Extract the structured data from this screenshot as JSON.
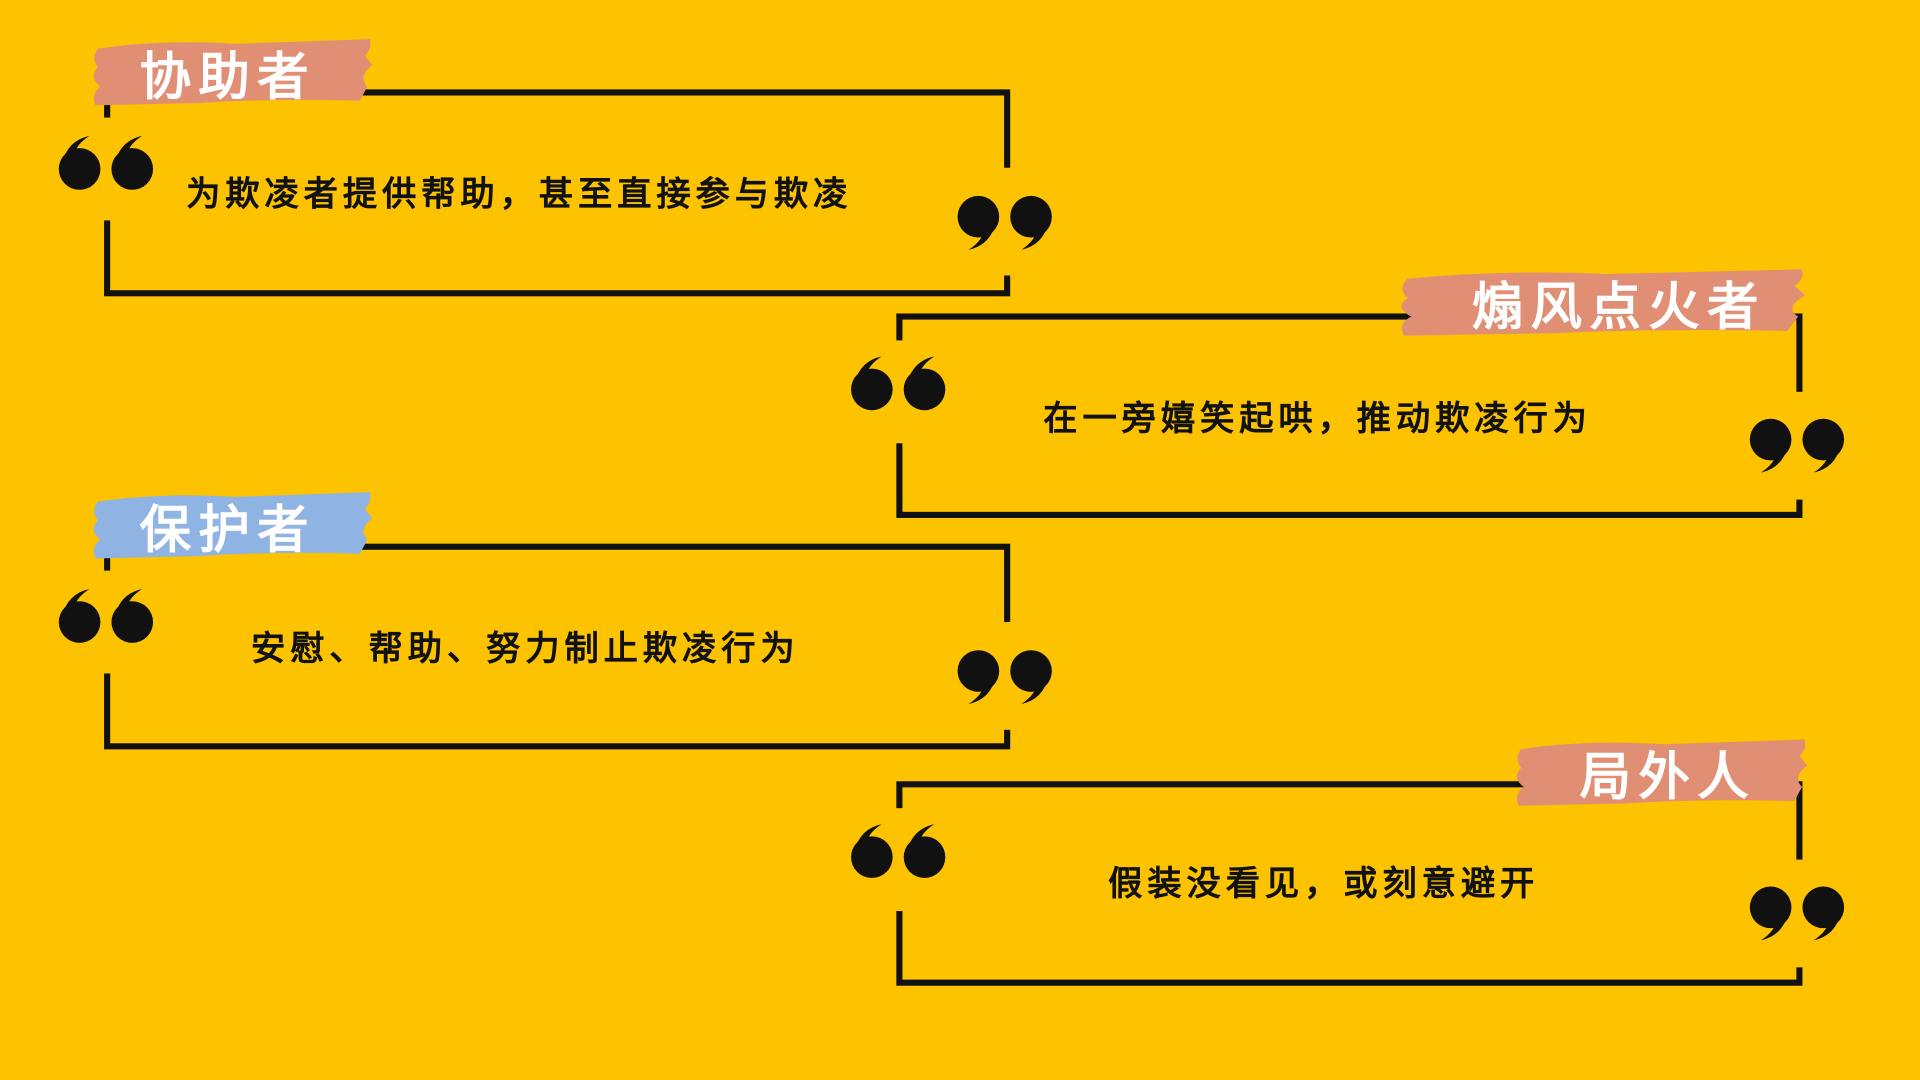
{
  "colors": {
    "background": "#fdc300",
    "label_orange": "#e08f74",
    "label_blue": "#8fb3e2",
    "frame": "#111111"
  },
  "cards": [
    {
      "role": "协助者",
      "description": "为欺凌者提供帮助，甚至直接参与欺凌"
    },
    {
      "role": "煽风点火者",
      "description": "在一旁嬉笑起哄，推动欺凌行为"
    },
    {
      "role": "保护者",
      "description": "安慰、帮助、努力制止欺凌行为"
    },
    {
      "role": "局外人",
      "description": "假装没看见，或刻意避开"
    }
  ]
}
